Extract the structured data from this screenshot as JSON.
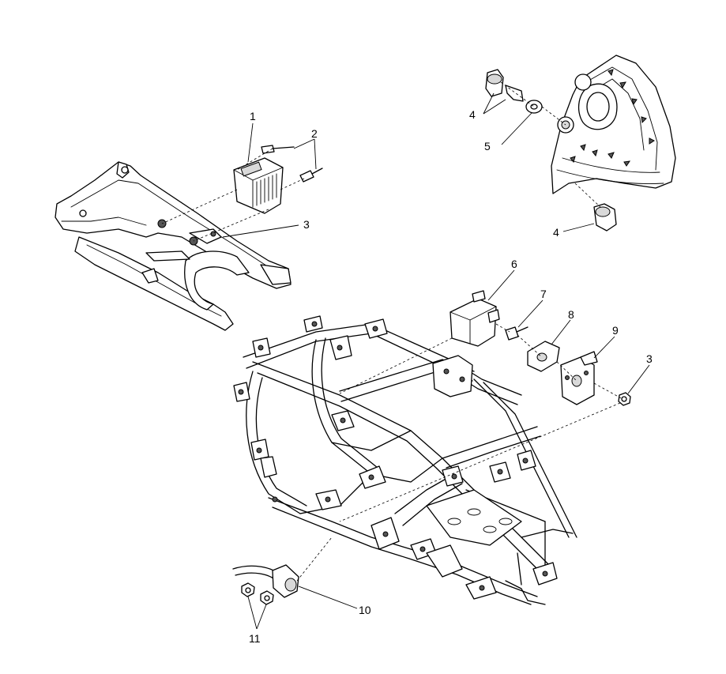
{
  "callouts": {
    "c1": "1",
    "c2": "2",
    "c3a": "3",
    "c3b": "3",
    "c4a": "4",
    "c4b": "4",
    "c5": "5",
    "c6": "6",
    "c7": "7",
    "c8": "8",
    "c9": "9",
    "c10": "10",
    "c11": "11"
  }
}
